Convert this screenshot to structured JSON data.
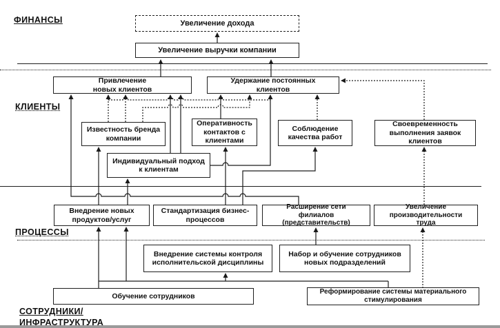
{
  "diagram_title": "Strategy map (Balanced Scorecard)",
  "sections": {
    "finance": "ФИНАНСЫ",
    "clients": "КЛИЕНТЫ",
    "processes": "ПРОЦЕССЫ",
    "staff": "СОТРУДНИКИ/\nИНФРАСТРУКТУРА"
  },
  "nodes": {
    "f1": {
      "label": "Увеличение дохода"
    },
    "f2": {
      "label": "Увеличение выручки компании"
    },
    "c1": {
      "label": "Привлечение\nновых клиентов"
    },
    "c2": {
      "label": "Удержание постоянных\nклиентов"
    },
    "c3": {
      "label": "Известность бренда\nкомпании"
    },
    "c4": {
      "label": "Оперативность\nконтактов с\nклиентами"
    },
    "c5": {
      "label": "Соблюдение\nкачества работ"
    },
    "c6": {
      "label": "Своевременность\nвыполнения заявок\nклиентов"
    },
    "c7": {
      "label": "Индивидуальный подход\nк клиентам"
    },
    "p1": {
      "label": "Внедрение новых\nпродуктов/услуг"
    },
    "p2": {
      "label": "Стандартизация бизнес-\nпроцессов"
    },
    "p3": {
      "label": "Расширение сети\nфилиалов\n(представительств)"
    },
    "p4": {
      "label": "Увеличение\nпроизводительности\nтруда"
    },
    "s1": {
      "label": "Внедрение системы контроля\nисполнительской дисциплины"
    },
    "s2": {
      "label": "Набор и обучение сотрудников\nновых подразделений"
    },
    "s3": {
      "label": "Обучение сотрудников"
    },
    "s4": {
      "label": "Реформирование системы материального\nстимулирования"
    }
  },
  "colors": {
    "line": "#1a1a1a",
    "box_border": "#1d1d1d",
    "background": "#ffffff",
    "bottom_strip": "#9a9a9a"
  }
}
